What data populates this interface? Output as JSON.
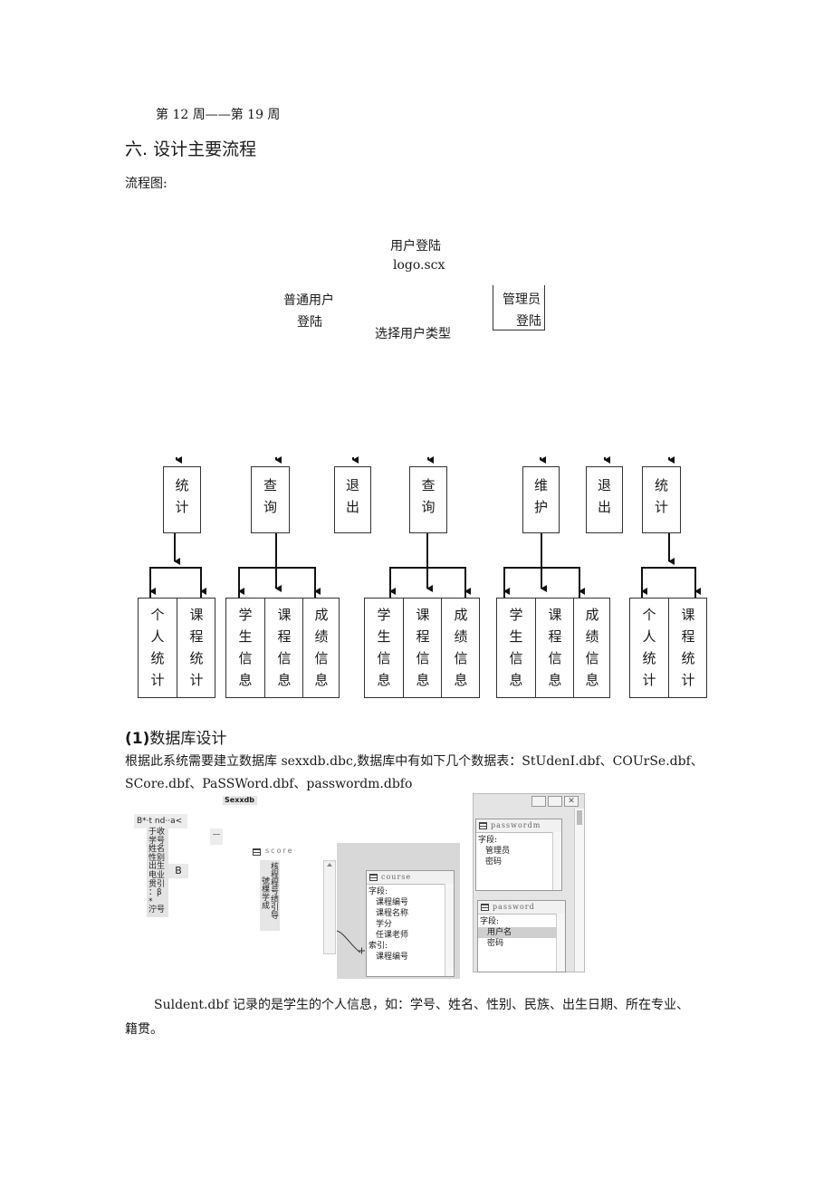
{
  "week_range": "第 12 周——第 19 周",
  "section_heading": "六. 设计主要流程",
  "flowchart_label": "流程图:",
  "flow": {
    "login_title": "用户登陆",
    "login_form": "logo.scx",
    "normal_user": [
      "普通用户",
      "登陆"
    ],
    "admin": [
      "管理员",
      "登陆"
    ],
    "choose_type": "选择用户类型",
    "menu_boxes": [
      "统\n计",
      "查\n询",
      "退\n出",
      "查\n询",
      "维\n护",
      "退\n出",
      "统\n计"
    ],
    "leaf_groups": [
      [
        "个\n人\n统\n计",
        "课\n程\n统\n计"
      ],
      [
        "学\n生\n信\n息",
        "课\n程\n信\n息",
        "成\n绩\n信\n息"
      ],
      [
        "学\n生\n信\n息",
        "课\n程\n信\n息",
        "成\n绩\n信\n息"
      ],
      [
        "学\n生\n信\n息",
        "课\n程\n信\n息",
        "成\n绩\n信\n息"
      ],
      [
        "个\n人\n统\n计",
        "课\n程\n统\n计"
      ]
    ]
  },
  "db_heading_num": "(1)",
  "db_heading_text": "数据库设计",
  "db_paragraph_line1": "根据此系统需要建立数据库 sexxdb.dbc,数据库中有如下几个数据表：StUdenI.dbf、COUrSe.dbf、",
  "db_paragraph_line2": "SCore.dbf、PaSSWord.dbf、passwordm.dbfo",
  "screenshot": {
    "db_title": "Sexxdb",
    "student_header": "B*·t nd··a<",
    "student_fields": [
      "于收",
      "学号",
      "姓名",
      "性别",
      "出生",
      "电业",
      "贯引",
      "：β",
      "*",
      "泞号"
    ],
    "stray_b": "B",
    "score_title": "score",
    "score_fields": "核程程号绩引导",
    "score_fields2": "號棵学成",
    "course_title": "course",
    "course_rows": [
      "字段:",
      "课程编号",
      "课程名称",
      "学分",
      "任课老师",
      "索引:",
      "课程编号"
    ],
    "passwordm_title": "passwordm",
    "passwordm_rows": [
      "字段:",
      "管理员",
      "密码"
    ],
    "password_title": "password",
    "password_rows": [
      "字段:",
      "用户名",
      "密码"
    ]
  },
  "final_line1": "Suldent.dbf 记录的是学生的个人信息，如：学号、姓名、性别、民族、出生日期、所在专业、",
  "final_line2": "籍贯。"
}
